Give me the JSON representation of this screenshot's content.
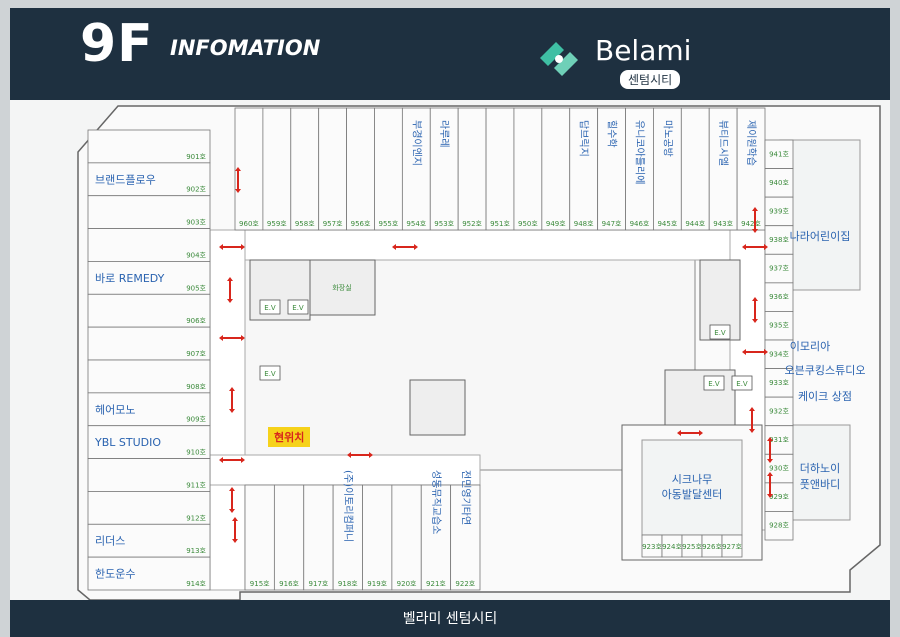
{
  "header": {
    "floor": "9F",
    "info": "INFOMATION",
    "brand": "Belami",
    "brand_sub": "센텀시티"
  },
  "footer": {
    "text": "벨라미 센텀시티"
  },
  "current_location": "현위치",
  "colors": {
    "header": "#1e3040",
    "label": "#2a63b0",
    "room_number": "#3b8a3b",
    "arrow": "#d8261c",
    "here_bg": "#f6d21a"
  },
  "left_rooms": [
    {
      "no": "901호",
      "tenant": ""
    },
    {
      "no": "902호",
      "tenant": "브랜드플로우"
    },
    {
      "no": "903호",
      "tenant": ""
    },
    {
      "no": "904호",
      "tenant": ""
    },
    {
      "no": "905호",
      "tenant": "바로 REMEDY"
    },
    {
      "no": "906호",
      "tenant": ""
    },
    {
      "no": "907호",
      "tenant": ""
    },
    {
      "no": "908호",
      "tenant": ""
    },
    {
      "no": "909호",
      "tenant": "헤어모노"
    },
    {
      "no": "910호",
      "tenant": "YBL STUDIO"
    },
    {
      "no": "911호",
      "tenant": ""
    },
    {
      "no": "912호",
      "tenant": ""
    },
    {
      "no": "913호",
      "tenant": "리더스"
    },
    {
      "no": "914호",
      "tenant": "한도운수"
    }
  ],
  "top_rooms": [
    {
      "no": "960호",
      "tenant": ""
    },
    {
      "no": "959호",
      "tenant": ""
    },
    {
      "no": "958호",
      "tenant": ""
    },
    {
      "no": "957호",
      "tenant": ""
    },
    {
      "no": "956호",
      "tenant": ""
    },
    {
      "no": "955호",
      "tenant": ""
    },
    {
      "no": "954호",
      "tenant": "부경이엔지"
    },
    {
      "no": "953호",
      "tenant": "라루레"
    },
    {
      "no": "952호",
      "tenant": ""
    },
    {
      "no": "951호",
      "tenant": ""
    },
    {
      "no": "950호",
      "tenant": ""
    },
    {
      "no": "949호",
      "tenant": ""
    },
    {
      "no": "948호",
      "tenant": "답브릭지"
    },
    {
      "no": "947호",
      "tenant": "힐수학"
    },
    {
      "no": "946호",
      "tenant": "유니코아틀리에"
    },
    {
      "no": "945호",
      "tenant": "마노공방"
    },
    {
      "no": "944호",
      "tenant": ""
    },
    {
      "no": "943호",
      "tenant": "뷰티드시엘"
    },
    {
      "no": "942호",
      "tenant": "제이원학습"
    }
  ],
  "right_rooms": [
    {
      "no": "941호",
      "tenant": ""
    },
    {
      "no": "940호",
      "tenant": ""
    },
    {
      "no": "939호",
      "tenant": ""
    },
    {
      "no": "938호",
      "tenant": ""
    },
    {
      "no": "937호",
      "tenant": ""
    },
    {
      "no": "936호",
      "tenant": ""
    },
    {
      "no": "935호",
      "tenant": ""
    },
    {
      "no": "934호",
      "tenant": ""
    },
    {
      "no": "933호",
      "tenant": ""
    },
    {
      "no": "932호",
      "tenant": ""
    },
    {
      "no": "931호",
      "tenant": ""
    },
    {
      "no": "930호",
      "tenant": ""
    },
    {
      "no": "929호",
      "tenant": ""
    },
    {
      "no": "928호",
      "tenant": ""
    }
  ],
  "right_tenants": {
    "a": "나라어린이집",
    "b": "이모리아",
    "c": "오븐쿠킹스튜디오",
    "d": "케이크 상점",
    "e": "더하노이 풋앤바디"
  },
  "bottom_rooms": [
    {
      "no": "915호",
      "tenant": ""
    },
    {
      "no": "916호",
      "tenant": ""
    },
    {
      "no": "917호",
      "tenant": ""
    },
    {
      "no": "918호",
      "tenant": "(주)이토리컴퍼니"
    },
    {
      "no": "919호",
      "tenant": ""
    },
    {
      "no": "920호",
      "tenant": ""
    },
    {
      "no": "921호",
      "tenant": "성동뮤직교습소"
    },
    {
      "no": "922호",
      "tenant": "전민영기타연"
    }
  ],
  "center_rooms": [
    {
      "no": "923호"
    },
    {
      "no": "924호"
    },
    {
      "no": "925호"
    },
    {
      "no": "926호"
    },
    {
      "no": "927호"
    }
  ],
  "center_tenant": "시크나무 아동발달센터",
  "elevator": "E.V",
  "restroom": "화장실"
}
